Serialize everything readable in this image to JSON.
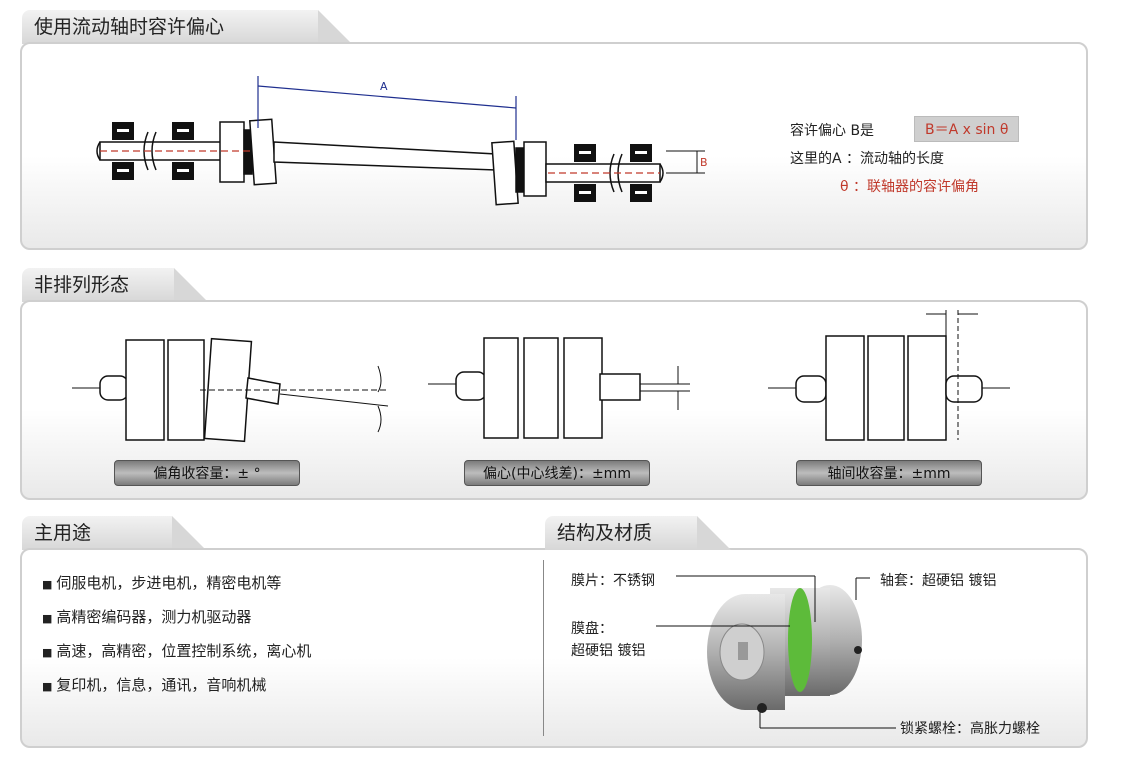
{
  "sections": {
    "s1_title": "使用流动轴时容许偏心",
    "s2_title": "非排列形态",
    "s3_title": "主用途",
    "s4_title": "结构及材质"
  },
  "s1": {
    "label_A": "A",
    "label_B": "B",
    "allow_text": "容许偏心 B是",
    "formula": "B＝A x sin θ",
    "line2": "这里的A ：流动轴的长度",
    "line3": "θ ：联轴器的容许偏角"
  },
  "s2": {
    "pill_angle": "偏角收容量：±  °",
    "pill_offset": "偏心(中心线差)：±mm",
    "pill_axial": "轴间收容量：±mm"
  },
  "s3": {
    "items": [
      "伺服电机，步进电机，精密电机等",
      "高精密编码器，测力机驱动器",
      "高速，高精密，位置控制系统，离心机",
      "复印机，信息，通讯，音响机械"
    ]
  },
  "s4": {
    "diaphragm": "膜片：不锈钢",
    "hub": "膜盘：",
    "hub2": "超硬铝 镀铝",
    "sleeve": "轴套：超硬铝 镀铝",
    "screw": "锁紧螺栓：高胀力螺栓"
  },
  "colors": {
    "accent_red": "#c0392b",
    "line_blue": "#1f2f8f",
    "green_disc": "#5dbb3a"
  }
}
